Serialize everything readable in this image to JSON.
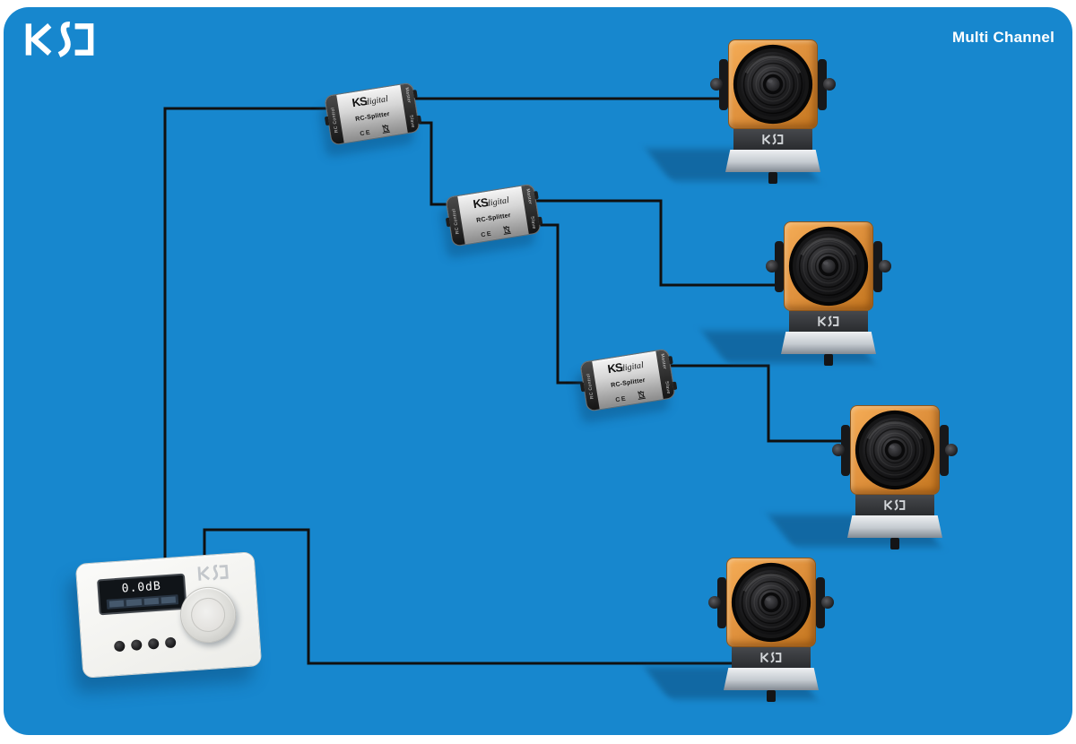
{
  "colors": {
    "background_blue": "#1787ce",
    "cable_black": "#101010",
    "speaker_wood_orange": "#e29440",
    "brand_white": "#ffffff"
  },
  "header": {
    "brand_logo": "KSD",
    "title": "Multi Channel"
  },
  "splitter": {
    "brand": "KS",
    "brand_script": "digital",
    "label": "RC-Splitter",
    "port_input": "RC Control",
    "port_master": "Master",
    "port_slave": "Slave",
    "ce_mark": "CE",
    "weee_icon": "crossed-out-wheelie-bin-icon"
  },
  "speaker": {
    "brand": "KSD"
  },
  "remote": {
    "display_value": "0.0dB",
    "brand": "KSD",
    "button_count": 4
  },
  "connections": [
    {
      "from": "remote-control",
      "to": "splitter-1-rc-control"
    },
    {
      "from": "splitter-1-master",
      "to": "speaker-1"
    },
    {
      "from": "splitter-1-slave",
      "to": "splitter-2-rc-control"
    },
    {
      "from": "splitter-2-master",
      "to": "speaker-2"
    },
    {
      "from": "splitter-2-slave",
      "to": "splitter-3-rc-control"
    },
    {
      "from": "splitter-3-master",
      "to": "speaker-3"
    },
    {
      "from": "remote-control",
      "to": "speaker-4"
    }
  ]
}
